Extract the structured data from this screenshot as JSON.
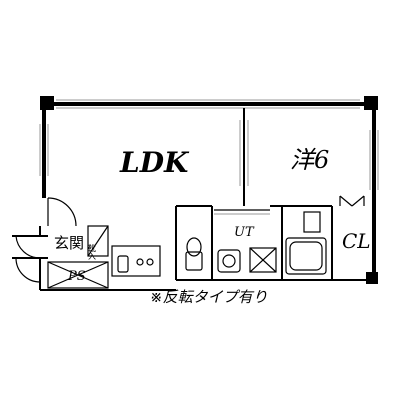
{
  "plan": {
    "rooms": {
      "ldk": "LDK",
      "western_room": "洋6",
      "closet": "CL",
      "utility": "UT",
      "entrance": "玄関",
      "shoe_box": "靴入",
      "pipe_space": "PS"
    },
    "note": "※反転タイプ有り"
  }
}
